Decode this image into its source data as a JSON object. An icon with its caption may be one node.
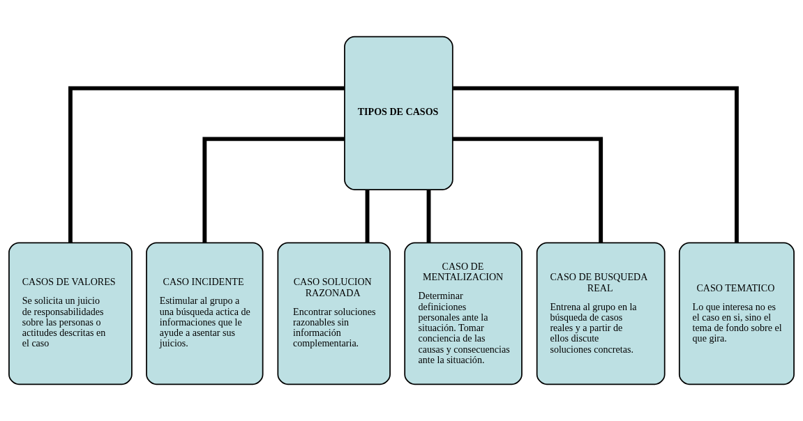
{
  "diagram": {
    "nodes": [
      {
        "text": [
          "TIPOS DE CASOS"
        ]
      },
      {
        "text": [
          "CASOS DE VALORES",
          "Se solicita un juicio de responsabilidades sobre las personas o actitudes descritas en el caso"
        ]
      },
      {
        "text": [
          "CASO INCIDENTE",
          "Estimular al grupo a una búsqueda actica de informaciones que le ayude a asentar sus juicios."
        ]
      },
      {
        "text": [
          "CASO SOLUCION RAZONADA",
          "Encontrar soluciones razonables sin información complementaria."
        ]
      },
      {
        "text": [
          "CASO DE MENTALIZACION",
          "Determinar definiciones personales ante la situación. Tomar conciencia de las causas y consecuencias ante la situación."
        ]
      },
      {
        "text": [
          "CASO DE BUSQUEDA REAL",
          "Entrena al grupo en la búsqueda de casos reales y a partir de ellos discute soluciones concretas."
        ]
      },
      {
        "text": [
          "CASO TEMATICO",
          "Lo que interesa no es el caso en si, sino el tema de fondo sobre el que gira."
        ]
      }
    ],
    "edges": [
      {
        "from": 0,
        "to": 1,
        "arrow": "none"
      },
      {
        "from": 0,
        "to": 2,
        "arrow": "none"
      },
      {
        "from": 0,
        "to": 3,
        "arrow": "none"
      },
      {
        "from": 0,
        "to": 4,
        "arrow": "none"
      },
      {
        "from": 0,
        "to": 5,
        "arrow": "none"
      },
      {
        "from": 0,
        "to": 6,
        "arrow": "none"
      }
    ]
  }
}
